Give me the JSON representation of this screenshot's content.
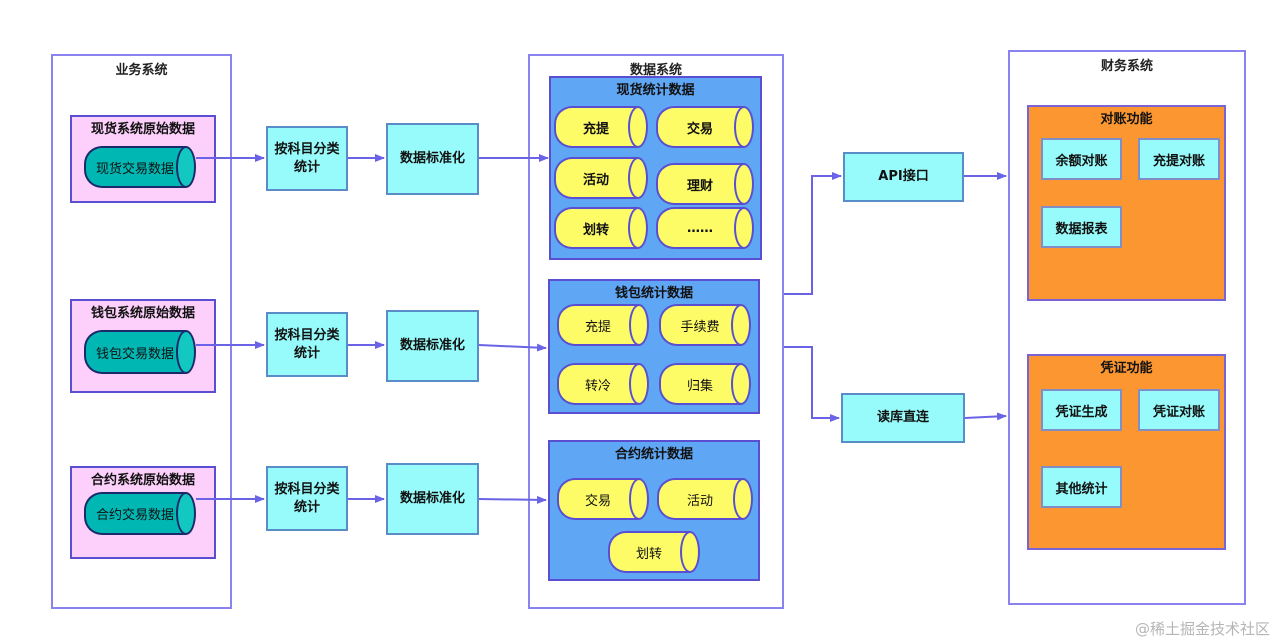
{
  "business_system": {
    "title": "业务系统",
    "sources": [
      {
        "title": "现货系统原始数据",
        "db": "现货交易数据"
      },
      {
        "title": "钱包系统原始数据",
        "db": "钱包交易数据"
      },
      {
        "title": "合约系统原始数据",
        "db": "合约交易数据"
      }
    ]
  },
  "pipeline": {
    "classify_label": "按科目分类统计",
    "normalize_label": "数据标准化"
  },
  "data_system": {
    "title": "数据系统",
    "groups": [
      {
        "title": "现货统计数据",
        "items": [
          "充提",
          "交易",
          "活动",
          "理财",
          "划转",
          "……"
        ]
      },
      {
        "title": "钱包统计数据",
        "items": [
          "充提",
          "手续费",
          "转冷",
          "归集"
        ]
      },
      {
        "title": "合约统计数据",
        "items": [
          "交易",
          "活动",
          "划转"
        ]
      }
    ]
  },
  "interfaces": {
    "api": "API接口",
    "db_direct": "读库直连"
  },
  "finance_system": {
    "title": "财务系统",
    "modules": [
      {
        "title": "对账功能",
        "items": [
          "余额对账",
          "充提对账",
          "数据报表"
        ]
      },
      {
        "title": "凭证功能",
        "items": [
          "凭证生成",
          "凭证对账",
          "其他统计"
        ]
      }
    ]
  },
  "colors": {
    "border": "#8a82ee",
    "source_bg": "#fdd0fb",
    "process_bg": "#97fbfb",
    "group_bg": "#5fa6f4",
    "func_bg": "#fb9631",
    "cyl_yellow": "#fdfb66",
    "cyl_teal": "#00b7b3",
    "arrow": "#6a63e6"
  },
  "watermark": "@稀土掘金技术社区"
}
